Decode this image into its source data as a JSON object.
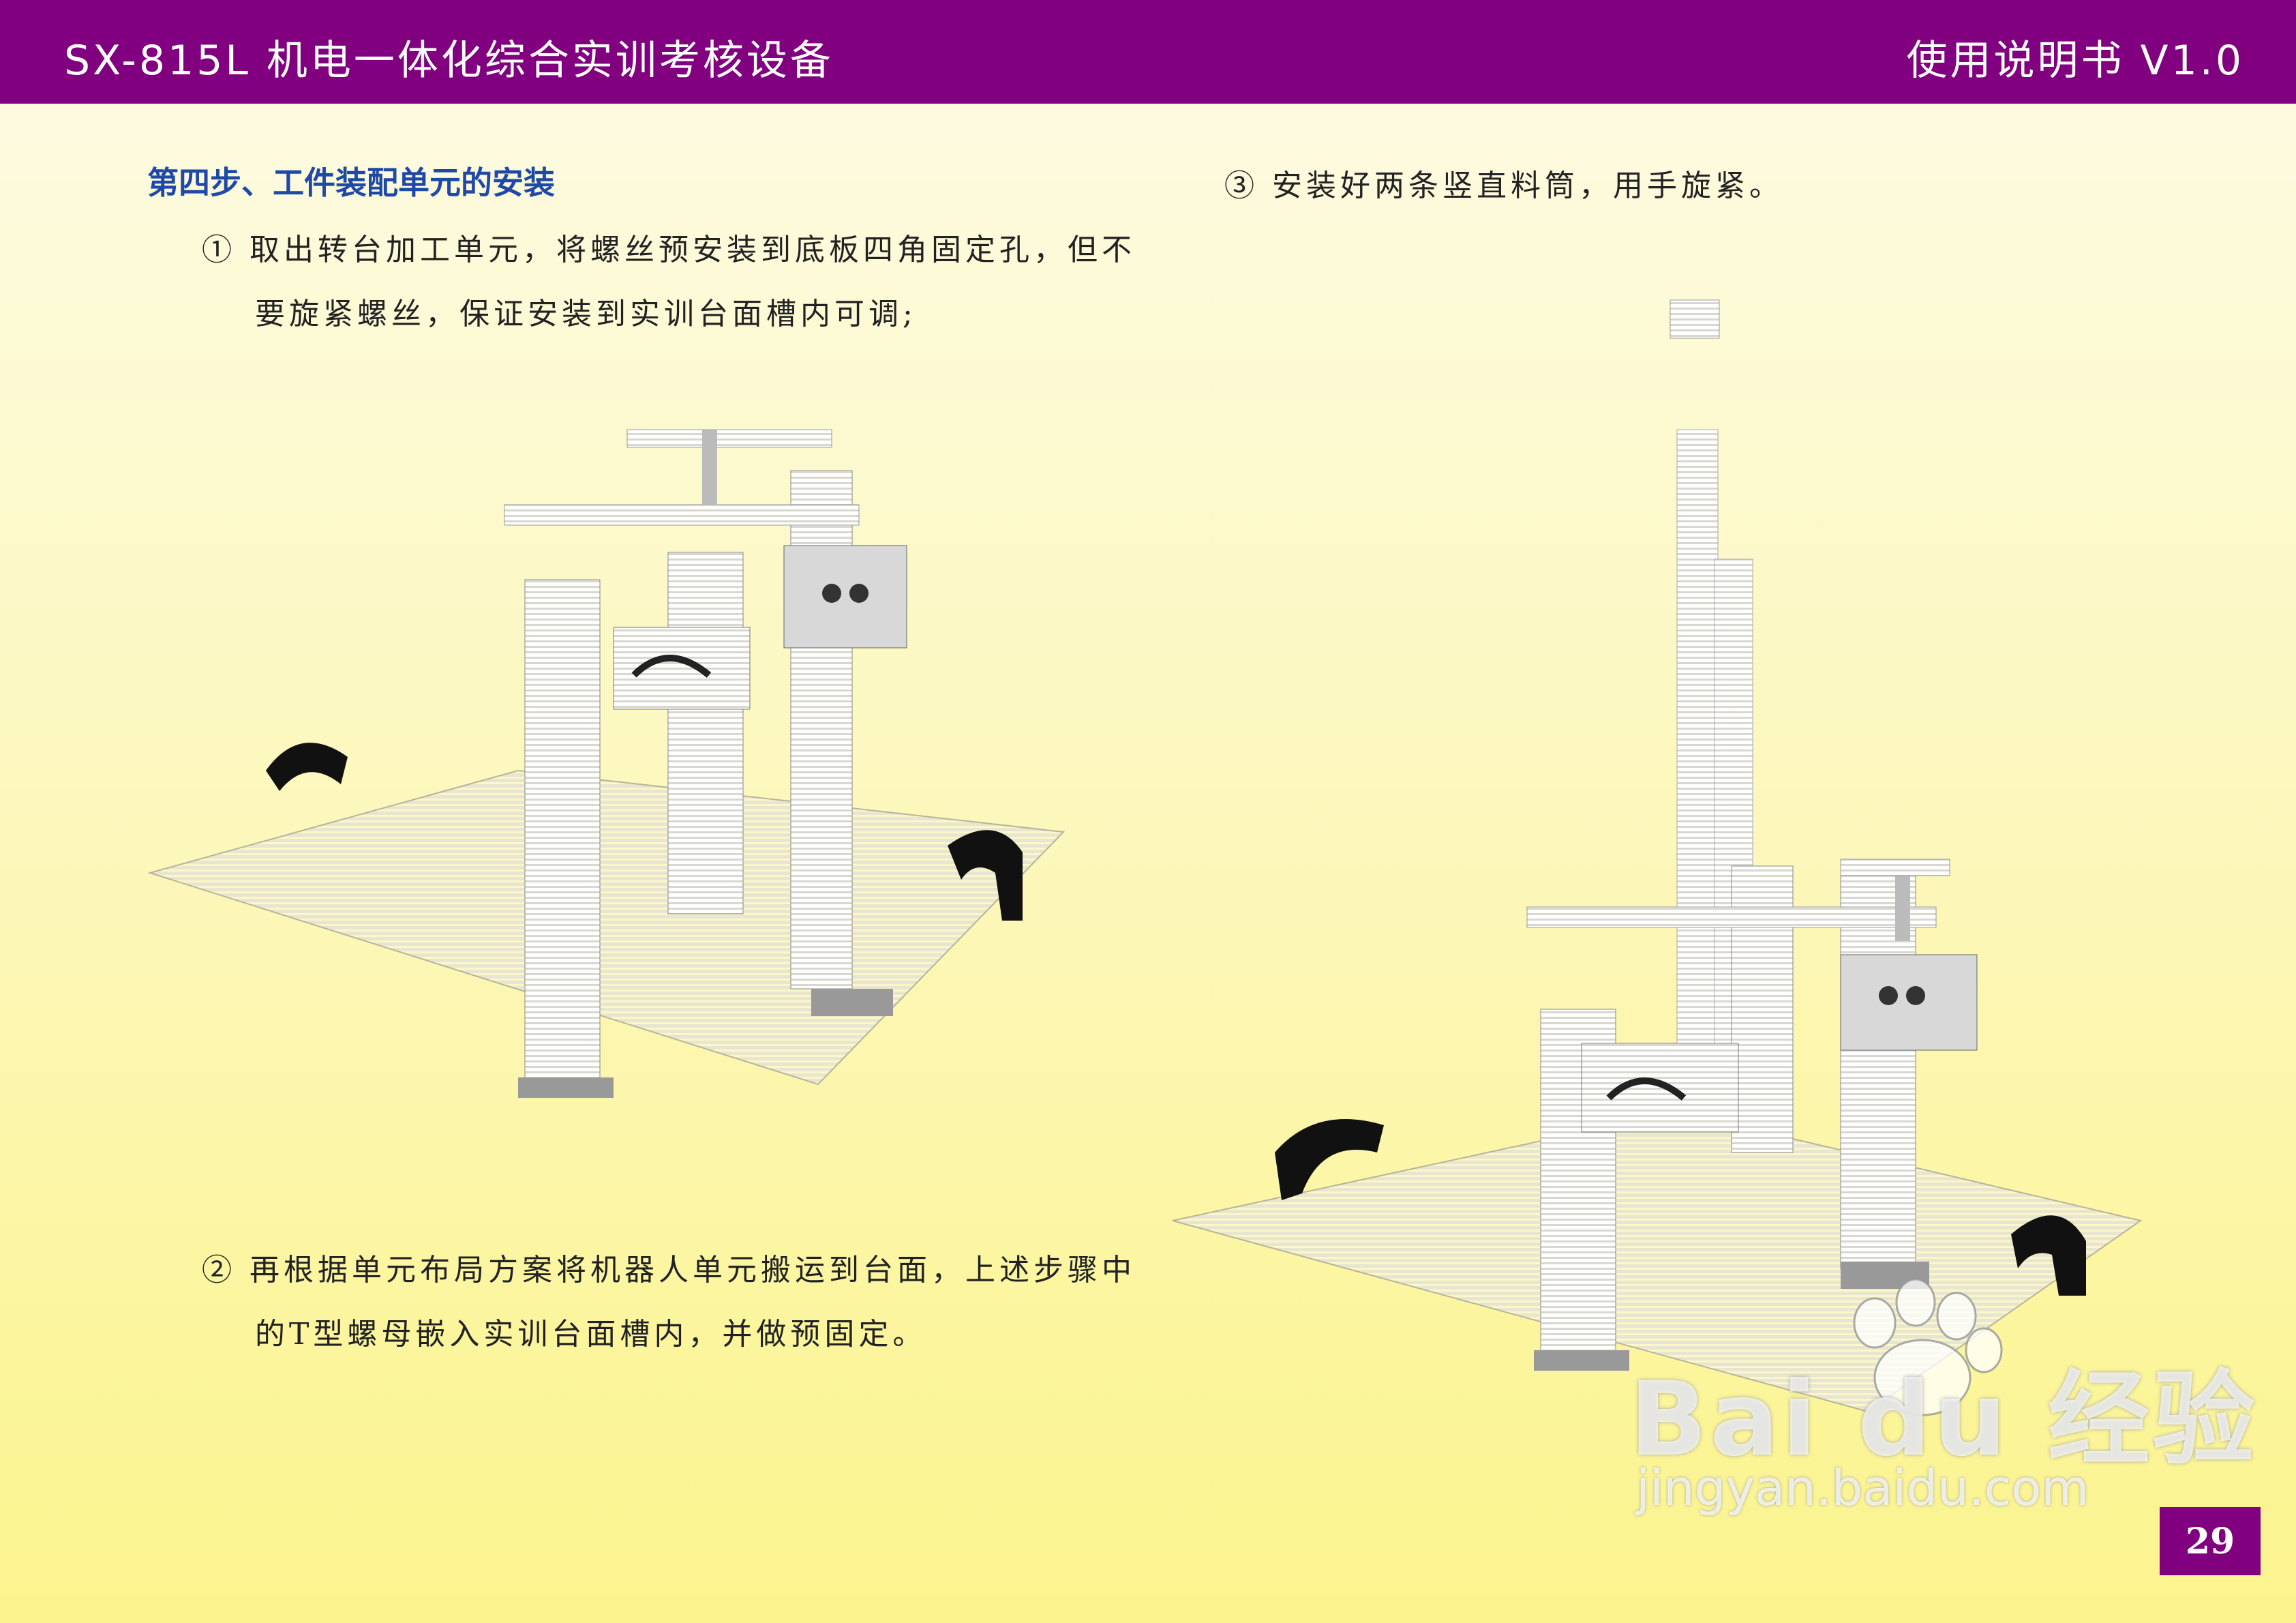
{
  "header": {
    "title": "SX-815L 机电一体化综合实训考核设备",
    "manual": "使用说明书  V1.0"
  },
  "section": {
    "title": "第四步、工件装配单元的安装"
  },
  "steps": {
    "s1_line1": "① 取出转台加工单元，将螺丝预安装到底板四角固定孔，但不",
    "s1_line2": "要旋紧螺丝，保证安装到实训台面槽内可调;",
    "s2_line1": "② 再根据单元布局方案将机器人单元搬运到台面，上述步骤中",
    "s2_line2": "的T型螺母嵌入实训台面槽内，并做预固定。",
    "s3": "③ 安装好两条竖直料筒，用手旋紧。"
  },
  "watermark": {
    "brand": "Bai du 经验",
    "url": "jingyan.baidu.com"
  },
  "page_number": "29",
  "colors": {
    "header_bg": "#80007f",
    "title_blue": "#1f49a6"
  }
}
